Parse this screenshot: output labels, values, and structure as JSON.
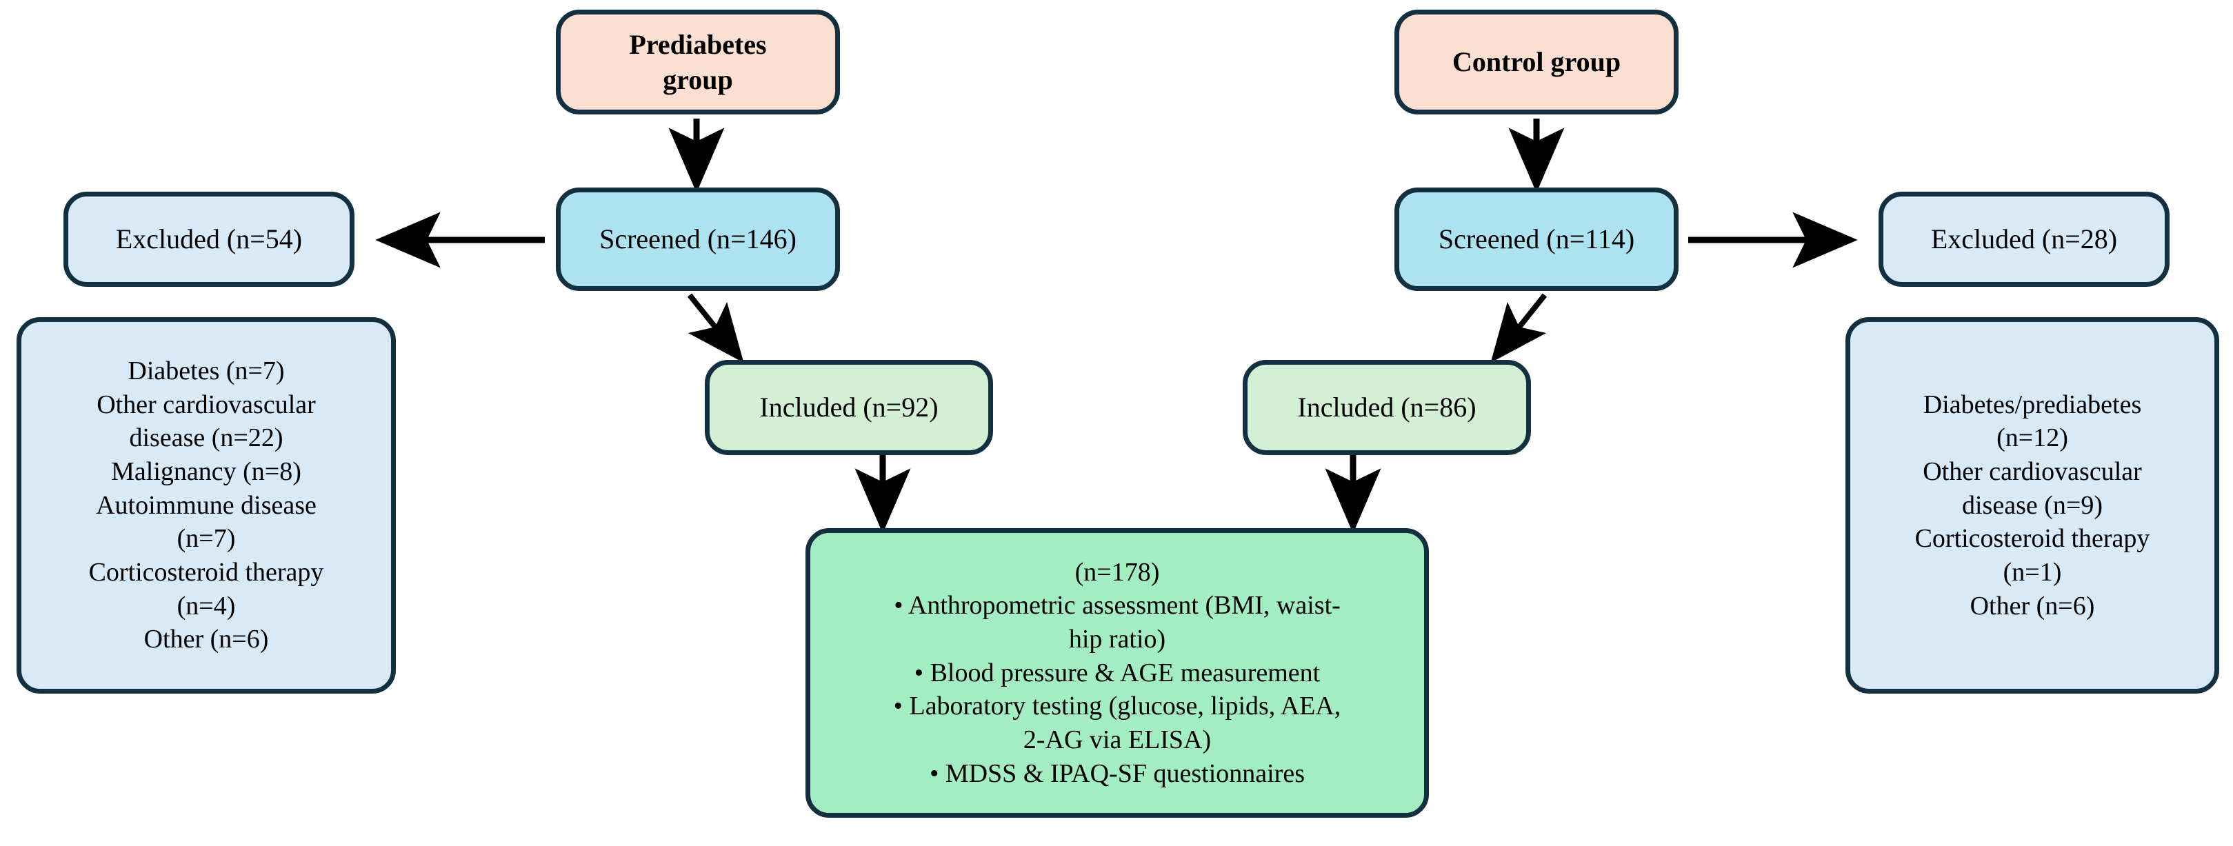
{
  "diagram": {
    "type": "study-flowchart",
    "title": "Participant screening and inclusion flow",
    "colors": {
      "group_fill": "#fbdfd1",
      "screened_fill": "#ade2f1",
      "excluded_fill": "#d8e9f7",
      "included_fill": "#d3efd4",
      "assessment_fill": "#a2edc2",
      "border": "#123040",
      "arrow": "#000000"
    }
  },
  "prediabetes": {
    "group_label": "Prediabetes\ngroup",
    "group_line1": "Prediabetes",
    "group_line2": "group",
    "screened": "Screened (n=146)",
    "excluded": "Excluded (n=54)",
    "included": "Included (n=92)",
    "reasons": [
      "Diabetes (n=7)",
      "Other cardiovascular",
      "disease (n=22)",
      "Malignancy (n=8)",
      "Autoimmune disease",
      "(n=7)",
      "Corticosteroid therapy",
      "(n=4)",
      "Other (n=6)"
    ]
  },
  "control": {
    "group_label": "Control group",
    "screened": "Screened (n=114)",
    "excluded": "Excluded (n=28)",
    "included": "Included (n=86)",
    "reasons": [
      "Diabetes/prediabetes",
      "(n=12)",
      "Other cardiovascular",
      "disease (n=9)",
      "Corticosteroid therapy",
      "(n=1)",
      "Other (n=6)"
    ]
  },
  "assessment": {
    "count": "(n=178)",
    "items": [
      "• Anthropometric assessment (BMI, waist-",
      "hip ratio)",
      "• Blood pressure & AGE measurement",
      "• Laboratory testing (glucose, lipids, AEA,",
      "2-AG via ELISA)",
      "• MDSS & IPAQ-SF questionnaires"
    ]
  }
}
